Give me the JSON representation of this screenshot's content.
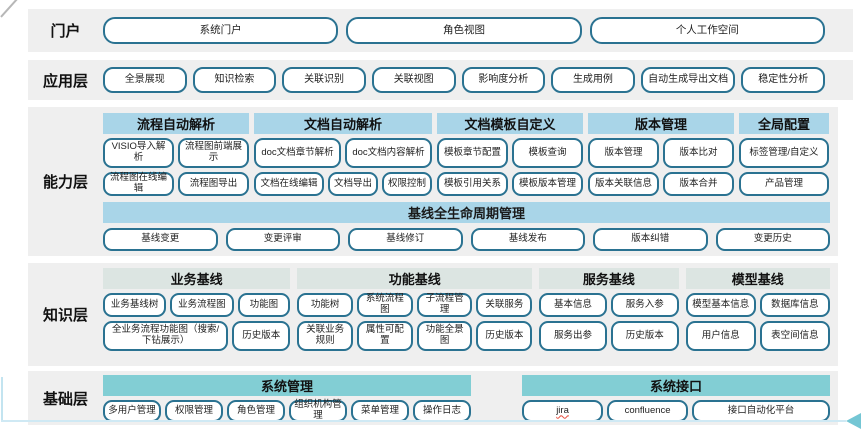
{
  "colors": {
    "band_bg": "#efefef",
    "header_blue": "#a9d5e8",
    "header_pale": "#dce5e2",
    "header_teal": "#82ced4",
    "box_border": "#2a7291",
    "arrow_teal": "#74c6d4",
    "spellcheck_red": "#e74c3c"
  },
  "spellcheck_flagged": "jira",
  "layers": [
    {
      "id": "portal",
      "label": "门户",
      "buttons": [
        "系统门户",
        "角色视图",
        "个人工作空间"
      ]
    },
    {
      "id": "app",
      "label": "应用层",
      "buttons": [
        "全景展现",
        "知识检索",
        "关联识别",
        "关联视图",
        "影响度分析",
        "生成用例",
        "自动生成导出文档",
        "稳定性分析"
      ]
    },
    {
      "id": "capability",
      "label": "能力层",
      "groups": [
        {
          "header": "流程自动解析",
          "rows": [
            [
              "VISIO导入解析",
              "流程图前端展示"
            ],
            [
              "流程图在线编辑",
              "流程图导出"
            ]
          ]
        },
        {
          "header": "文档自动解析",
          "rows": [
            [
              "doc文档章节解析",
              "doc文档内容解析"
            ],
            [
              "文档在线编辑",
              "文档导出",
              "权限控制"
            ]
          ]
        },
        {
          "header": "文档模板自定义",
          "rows": [
            [
              "模板章节配置",
              "模板查询"
            ],
            [
              "模板引用关系",
              "模板版本管理"
            ]
          ]
        },
        {
          "header": "版本管理",
          "rows": [
            [
              "版本管理",
              "版本比对"
            ],
            [
              "版本关联信息",
              "版本合并"
            ]
          ]
        },
        {
          "header": "全局配置",
          "rows": [
            [
              "标签管理/自定义"
            ],
            [
              "产品管理"
            ]
          ]
        }
      ],
      "baseline": {
        "header": "基线全生命周期管理",
        "buttons": [
          "基线变更",
          "变更评审",
          "基线修订",
          "基线发布",
          "版本纠错",
          "变更历史"
        ]
      }
    },
    {
      "id": "knowledge",
      "label": "知识层",
      "groups": [
        {
          "header": "业务基线",
          "rows": [
            [
              "业务基线树",
              "业务流程图",
              "功能图"
            ],
            [
              "全业务流程功能图（搜索/下钻展示）",
              "历史版本"
            ]
          ]
        },
        {
          "header": "功能基线",
          "rows": [
            [
              "功能树",
              "系统流程图",
              "子流程管理",
              "关联服务"
            ],
            [
              "关联业务规则",
              "属性可配置",
              "功能全景图",
              "历史版本"
            ]
          ]
        },
        {
          "header": "服务基线",
          "rows": [
            [
              "基本信息",
              "服务入参"
            ],
            [
              "服务出参",
              "历史版本"
            ]
          ]
        },
        {
          "header": "模型基线",
          "rows": [
            [
              "模型基本信息",
              "数据库信息"
            ],
            [
              "用户信息",
              "表空间信息"
            ]
          ]
        }
      ]
    },
    {
      "id": "base",
      "label": "基础层",
      "groups": [
        {
          "header": "系统管理",
          "rows": [
            [
              "多用户管理",
              "权限管理",
              "角色管理",
              "组织机构管理",
              "菜单管理",
              "操作日志"
            ]
          ]
        },
        {
          "header": "系统接口",
          "rows": [
            [
              "jira",
              "confluence",
              "接口自动化平台"
            ]
          ]
        }
      ]
    }
  ]
}
